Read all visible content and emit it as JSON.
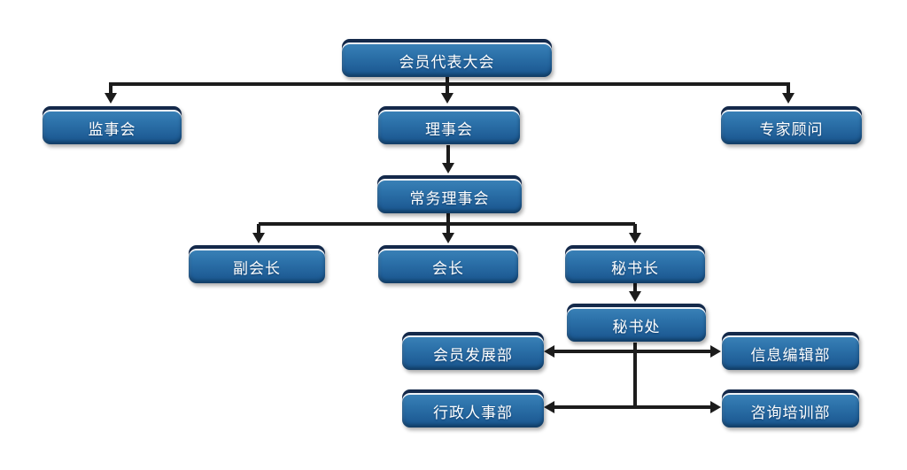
{
  "colors": {
    "background": "#ffffff",
    "node_gradient_top": "#3f87bc",
    "node_gradient_bottom": "#19578e",
    "node_top_band": "#14294a",
    "node_highlight_line": "#eef3f8",
    "node_text": "#ffffff",
    "connector": "#1c1c1c"
  },
  "diagram": {
    "type": "org-chart",
    "nodes": {
      "members_congress": {
        "label": "会员代表大会"
      },
      "supervisory_board": {
        "label": "监事会"
      },
      "council": {
        "label": "理事会"
      },
      "expert_advisors": {
        "label": "专家顾问"
      },
      "standing_council": {
        "label": "常务理事会"
      },
      "vice_president": {
        "label": "副会长"
      },
      "president": {
        "label": "会长"
      },
      "secretary_general": {
        "label": "秘书长"
      },
      "secretariat": {
        "label": "秘书处"
      },
      "member_development": {
        "label": "会员发展部"
      },
      "info_editing": {
        "label": "信息编辑部"
      },
      "admin_hr": {
        "label": "行政人事部"
      },
      "consulting_training": {
        "label": "咨询培训部"
      }
    },
    "edges": [
      {
        "from": "members_congress",
        "to": "supervisory_board",
        "style": "arrow"
      },
      {
        "from": "members_congress",
        "to": "council",
        "style": "arrow"
      },
      {
        "from": "members_congress",
        "to": "expert_advisors",
        "style": "arrow"
      },
      {
        "from": "council",
        "to": "standing_council",
        "style": "arrow"
      },
      {
        "from": "standing_council",
        "to": "vice_president",
        "style": "arrow"
      },
      {
        "from": "standing_council",
        "to": "president",
        "style": "arrow"
      },
      {
        "from": "standing_council",
        "to": "secretary_general",
        "style": "arrow"
      },
      {
        "from": "secretary_general",
        "to": "secretariat",
        "style": "arrow"
      },
      {
        "from": "member_development",
        "to": "info_editing",
        "style": "double-arrow",
        "via": "secretariat-trunk"
      },
      {
        "from": "admin_hr",
        "to": "consulting_training",
        "style": "double-arrow",
        "via": "secretariat-trunk"
      }
    ]
  }
}
